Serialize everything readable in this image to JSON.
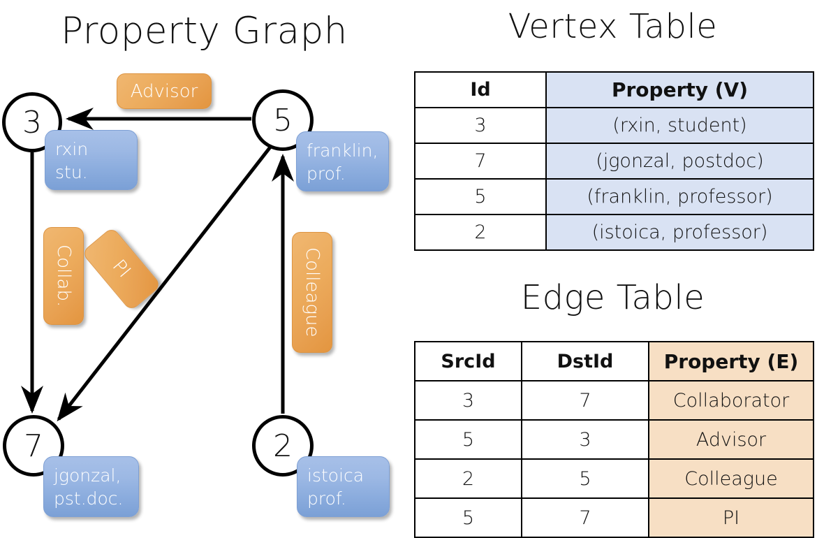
{
  "titles": {
    "property_graph": "Property Graph",
    "vertex_table": "Vertex Table",
    "edge_table": "Edge Table"
  },
  "graph": {
    "vertices": [
      {
        "id": "3",
        "property": "rxin\nstu."
      },
      {
        "id": "5",
        "property": "franklin,\nprof."
      },
      {
        "id": "7",
        "property": "jgonzal,\npst.doc."
      },
      {
        "id": "2",
        "property": "istoica\nprof."
      }
    ],
    "vertex_labels": {
      "n3": "3",
      "n5": "5",
      "n7": "7",
      "n2": "2"
    },
    "property_lines": {
      "rxin_1": "rxin",
      "rxin_2": "stu.",
      "franklin_1": "franklin,",
      "franklin_2": "prof.",
      "jgonzal_1": "jgonzal,",
      "jgonzal_2": "pst.doc.",
      "istoica_1": "istoica",
      "istoica_2": "prof."
    },
    "edge_labels": {
      "advisor": "Advisor",
      "collab": "Collab.",
      "pi": "PI",
      "colleague": "Colleague"
    },
    "edges": [
      {
        "from": "5",
        "to": "3",
        "label": "Advisor"
      },
      {
        "from": "3",
        "to": "7",
        "label": "Collab."
      },
      {
        "from": "5",
        "to": "7",
        "label": "PI"
      },
      {
        "from": "2",
        "to": "5",
        "label": "Colleague"
      }
    ]
  },
  "vertex_table": {
    "headers": [
      "Id",
      "Property (V)"
    ],
    "rows": [
      {
        "id": "3",
        "property": "(rxin, student)"
      },
      {
        "id": "7",
        "property": "(jgonzal, postdoc)"
      },
      {
        "id": "5",
        "property": "(franklin, professor)"
      },
      {
        "id": "2",
        "property": "(istoica, professor)"
      }
    ]
  },
  "edge_table": {
    "headers": [
      "SrcId",
      "DstId",
      "Property (E)"
    ],
    "rows": [
      {
        "src": "3",
        "dst": "7",
        "property": "Collaborator"
      },
      {
        "src": "5",
        "dst": "3",
        "property": "Advisor"
      },
      {
        "src": "2",
        "dst": "5",
        "property": "Colleague"
      },
      {
        "src": "5",
        "dst": "7",
        "property": "PI"
      }
    ]
  },
  "colors": {
    "vertex_property_blue": "#8cadde",
    "edge_label_orange": "#eca95a",
    "vertex_table_fill": "#d9e2f3",
    "edge_table_fill": "#f7dfc4",
    "stroke": "#000000"
  }
}
